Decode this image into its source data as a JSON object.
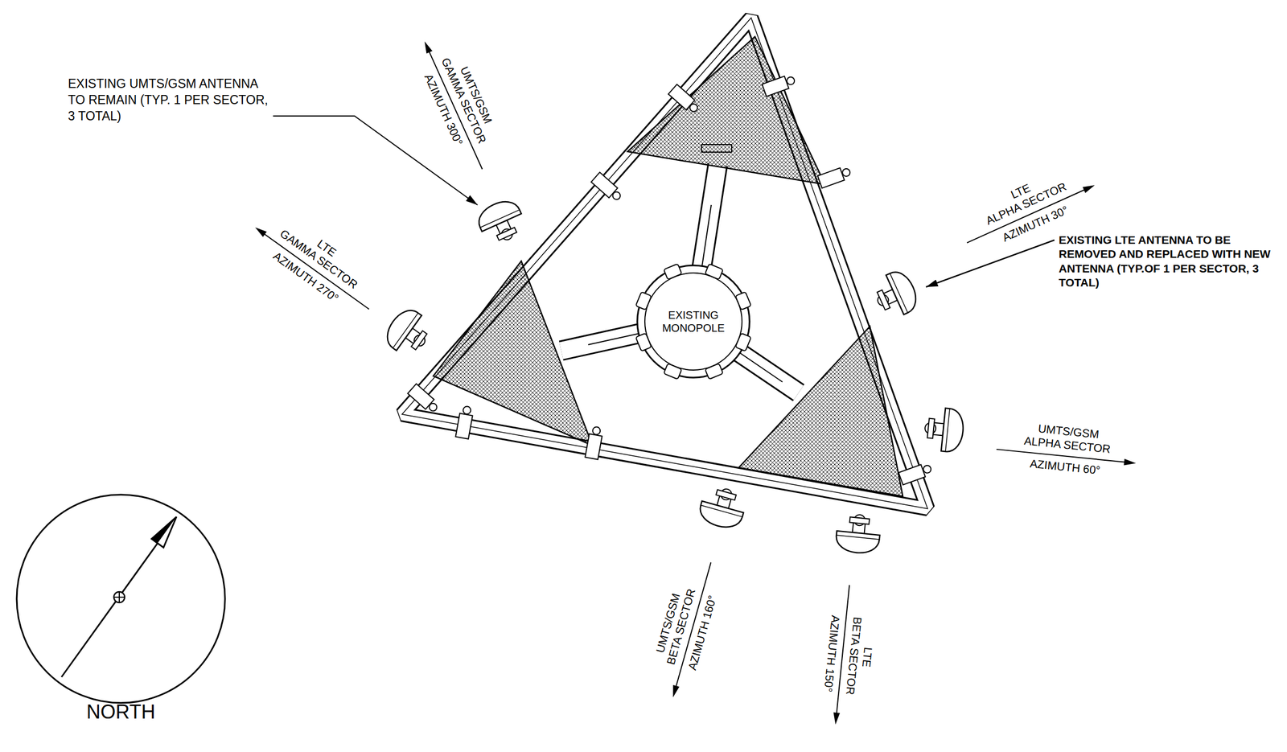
{
  "diagram": {
    "nodes": [
      {
        "text": [
          "EXISTING MONOPOLE"
        ]
      }
    ],
    "labels": [
      "EXISTING UMTS/GSM ANTENNA TO REMAIN (TYP. 1 PER SECTOR, 3 TOTAL)",
      "UMTS/GSM",
      "GAMMA SECTOR",
      "AZIMUTH 300°",
      "LTE",
      "GAMMA SECTOR",
      "AZIMUTH 270°",
      "LTE",
      "ALPHA SECTOR",
      "AZIMUTH 30°",
      "EXISTING LTE ANTENNA TO BE REMOVED AND REPLACED WITH NEW ANTENNA (TYP.OF 1 PER SECTOR, 3 TOTAL)",
      "UMTS/GSM",
      "ALPHA SECTOR",
      "AZIMUTH 60°",
      "UMTS/GSM",
      "BETA SECTOR",
      "AZIMUTH 160°",
      "LTE",
      "BETA SECTOR",
      "AZIMUTH 150°",
      "NORTH"
    ]
  }
}
